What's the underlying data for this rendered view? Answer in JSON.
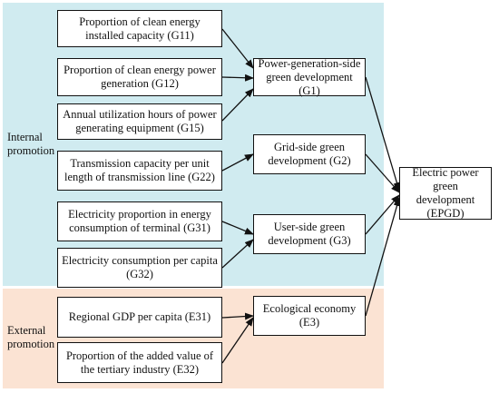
{
  "regions": {
    "internal": "Internal promotion",
    "external": "External promotion"
  },
  "indicators": {
    "g11": "Proportion of clean energy installed capacity (G11)",
    "g12": "Proportion of clean energy power generation (G12)",
    "g15": "Annual utilization hours of power generating equipment (G15)",
    "g22": "Transmission capacity per unit length of transmission line (G22)",
    "g31": "Electricity proportion in energy consumption of terminal (G31)",
    "g32": "Electricity consumption per capita (G32)",
    "e31": "Regional GDP per capita (E31)",
    "e32": "Proportion of the added value of the tertiary industry (E32)"
  },
  "dimensions": {
    "g1": "Power-generation-side green development (G1)",
    "g2": "Grid-side green development (G2)",
    "g3": "User-side green development (G3)",
    "e3": "Ecological economy (E3)"
  },
  "goal": {
    "epgd": "Electric power green development (EPGD)"
  },
  "colors": {
    "internal_bg": "#d0ebf0",
    "external_bg": "#fbe3d3",
    "line": "#111111"
  }
}
